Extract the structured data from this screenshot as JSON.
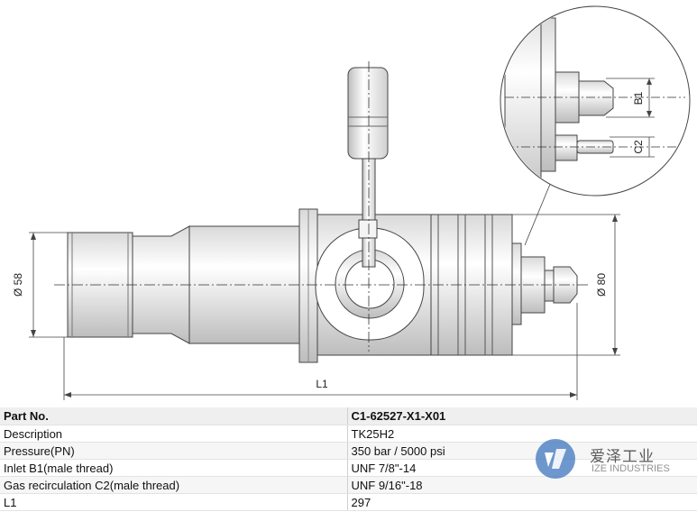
{
  "dimensions": {
    "d58": "Ø 58",
    "d80": "Ø 80",
    "l1": "L1",
    "b1": "B1",
    "c2": "C2"
  },
  "specs": {
    "header": {
      "label": "Part No.",
      "value": "C1-62527-X1-X01"
    },
    "rows": [
      {
        "label": "Description",
        "value": "TK25H2"
      },
      {
        "label": "Pressure(PN)",
        "value": "350 bar / 5000 psi"
      },
      {
        "label": "Inlet B1(male thread)",
        "value": "UNF 7/8\"-14"
      },
      {
        "label": "Gas recirculation C2(male thread)",
        "value": "UNF 9/16\"-18"
      },
      {
        "label": "L1",
        "value": "297"
      }
    ]
  },
  "watermark": {
    "chinese": "爱泽工业",
    "english": "IZE INDUSTRIES",
    "logo_color": "#4a7fc1"
  }
}
